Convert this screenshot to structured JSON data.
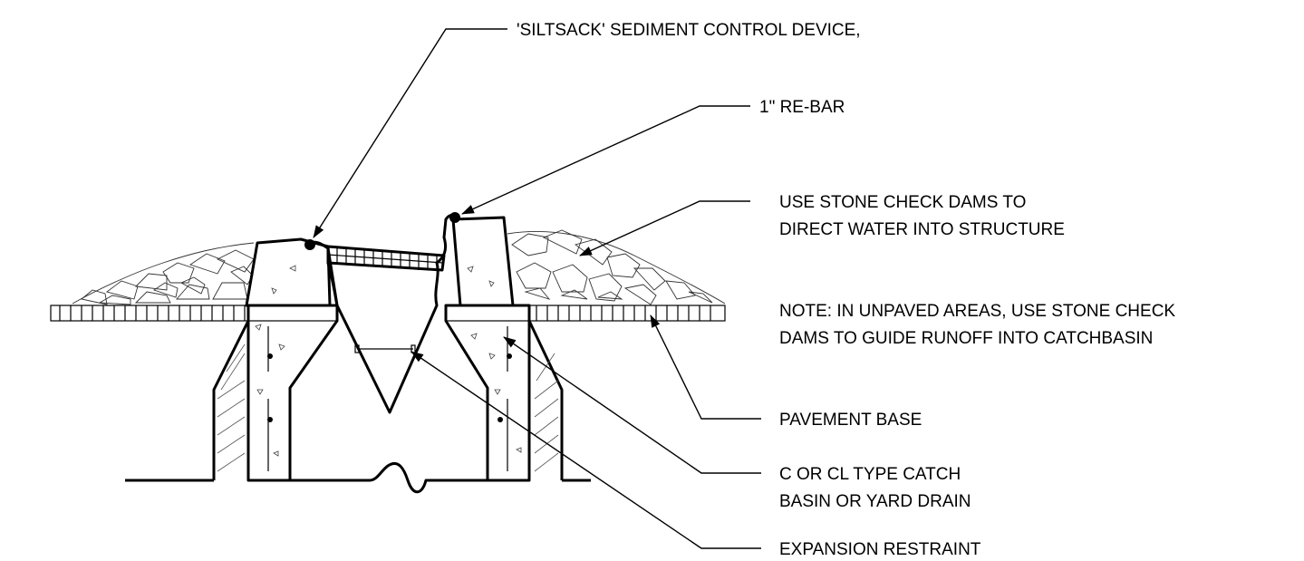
{
  "labels": {
    "siltsack": "'SILTSACK' SEDIMENT CONTROL DEVICE,",
    "rebar": "1\" RE-BAR",
    "stone_line1": "USE STONE CHECK DAMS TO",
    "stone_line2": "DIRECT WATER INTO STRUCTURE",
    "note_line1": "NOTE: IN UNPAVED AREAS, USE STONE CHECK",
    "note_line2": "DAMS TO GUIDE RUNOFF INTO CATCHBASIN",
    "pavement": "PAVEMENT BASE",
    "catch_line1": "C OR CL TYPE CATCH",
    "catch_line2": "BASIN OR YARD DRAIN",
    "expansion": "EXPANSION RESTRAINT"
  },
  "colors": {
    "ink": "#000000",
    "background": "#ffffff"
  }
}
